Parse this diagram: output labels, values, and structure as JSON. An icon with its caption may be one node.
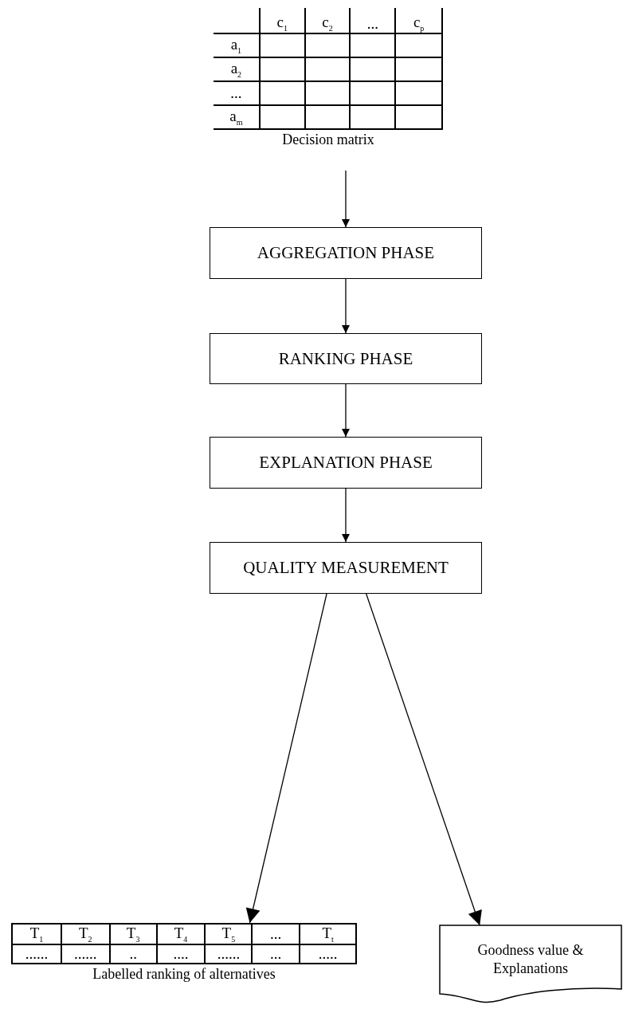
{
  "diagram": {
    "nodes": [
      {
        "text": [
          "Decision matrix"
        ]
      },
      {
        "text": [
          "AGGREGATION PHASE"
        ]
      },
      {
        "text": [
          "RANKING PHASE"
        ]
      },
      {
        "text": [
          "EXPLANATION PHASE"
        ]
      },
      {
        "text": [
          "QUALITY MEASUREMENT"
        ]
      },
      {
        "text": [
          "Labelled ranking of alternatives"
        ]
      },
      {
        "text": [
          "Goodness value & Explanations"
        ]
      }
    ],
    "edges": [
      {
        "from": 0,
        "to": 1,
        "arrow": "to"
      },
      {
        "from": 1,
        "to": 2,
        "arrow": "to"
      },
      {
        "from": 2,
        "to": 3,
        "arrow": "to"
      },
      {
        "from": 3,
        "to": 4,
        "arrow": "to"
      },
      {
        "from": 4,
        "to": 5,
        "arrow": "to"
      },
      {
        "from": 4,
        "to": 6,
        "arrow": "to"
      }
    ],
    "labels": [
      "c$_{1}$",
      "c$_{2}$",
      "...",
      "c$_{p}$",
      "a$_{1}$",
      "a$_{2}$",
      "...",
      "a$_{m}$",
      "T$_{1}$",
      "T$_{2}$",
      "T$_{3}$",
      "T$_{4}$",
      "T$_{5}$",
      "...",
      "T$_{t}$",
      "......",
      "......",
      "..",
      "....",
      "......",
      "...",
      "....."
    ]
  }
}
